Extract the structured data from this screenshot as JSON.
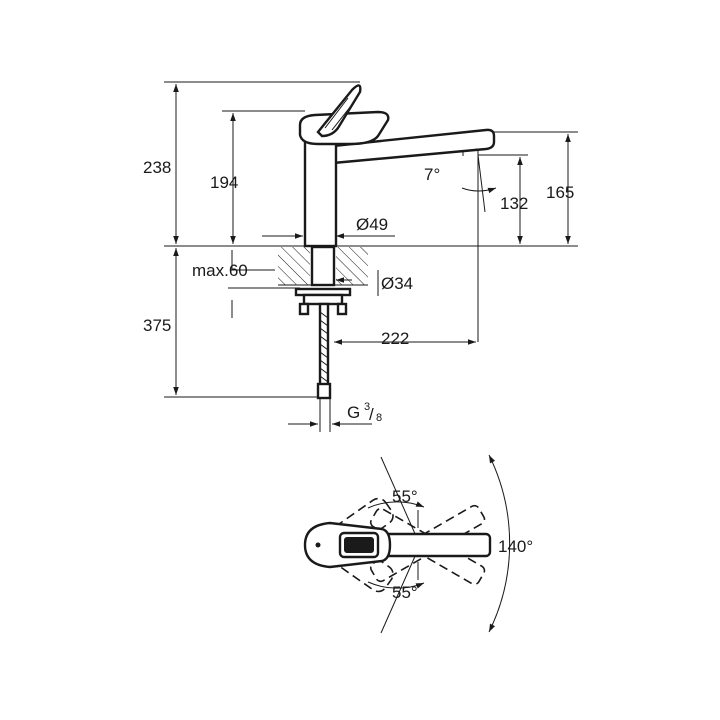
{
  "dimensions": {
    "total_height": "238",
    "spout_height": "194",
    "body_diameter": "Ø49",
    "outlet_height": "132",
    "spout_top_height": "165",
    "spout_angle": "7°",
    "deck_thickness": "max.60",
    "hole_diameter": "Ø34",
    "under_deck_length": "375",
    "spout_reach": "222",
    "connection_prefix": "G",
    "connection_num": "3",
    "connection_den": "8"
  },
  "rotation": {
    "upper_angle": "55°",
    "lower_angle": "55°",
    "total_angle": "140°"
  },
  "colors": {
    "line": "#1a1a1a",
    "background": "#ffffff"
  }
}
